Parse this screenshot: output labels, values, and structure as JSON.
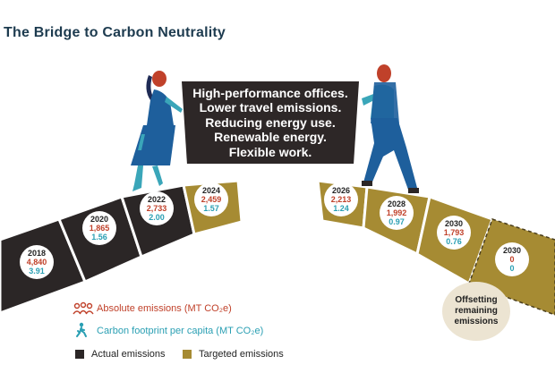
{
  "title": "The Bridge to Carbon Neutrality",
  "callout_lines": [
    "High-performance offices.",
    "Lower travel emissions.",
    "Reducing energy use.",
    "Renewable energy.",
    "Flexible work."
  ],
  "segments": [
    {
      "year": "2018",
      "absolute": "4,840",
      "per_capita": "3.91",
      "type": "actual"
    },
    {
      "year": "2020",
      "absolute": "1,865",
      "per_capita": "1.56",
      "type": "actual"
    },
    {
      "year": "2022",
      "absolute": "2,733",
      "per_capita": "2.00",
      "type": "actual"
    },
    {
      "year": "2024",
      "absolute": "2,459",
      "per_capita": "1.57",
      "type": "targeted"
    },
    {
      "year": "2026",
      "absolute": "2,213",
      "per_capita": "1.24",
      "type": "targeted"
    },
    {
      "year": "2028",
      "absolute": "1,992",
      "per_capita": "0.97",
      "type": "targeted"
    },
    {
      "year": "2030",
      "absolute": "1,793",
      "per_capita": "0.76",
      "type": "targeted"
    },
    {
      "year": "2030",
      "absolute": "0",
      "per_capita": "0",
      "type": "offset"
    }
  ],
  "offset_label": [
    "Offsetting",
    "remaining",
    "emissions"
  ],
  "legend": {
    "absolute": "Absolute emissions (MT CO₂e)",
    "per_capita": "Carbon footprint per capita (MT CO₂e)",
    "actual": "Actual emissions",
    "targeted": "Targeted emissions"
  },
  "colors": {
    "actual": "#2b2626",
    "targeted": "#a68b33",
    "absolute_text": "#c0412a",
    "per_capita_text": "#2a9fb3",
    "title": "#1d3b4f"
  },
  "icons": {
    "absolute": "people-group-icon",
    "per_capita": "walking-person-icon"
  }
}
